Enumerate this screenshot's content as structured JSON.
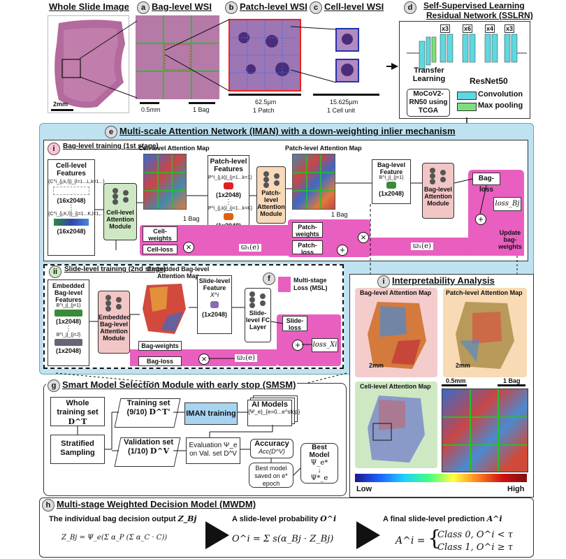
{
  "top": {
    "wsi_title": "Whole Slide Image",
    "wsi_scale": "2mm",
    "a_letter": "a",
    "a_title": "Bag-level WSI",
    "a_scale": "0.5mm",
    "a_bag": "1 Bag",
    "b_letter": "b",
    "b_title": "Patch-level WSI",
    "b_scale": "62.5µm",
    "b_unit": "1 Patch",
    "c_letter": "c",
    "c_title": "Cell-level WSI",
    "c_scale": "15.625µm",
    "c_unit": "1 Cell unit",
    "d_letter": "d",
    "d_title_line1": "Self-Supervised Learning",
    "d_title_line2": "Residual Network (SSLRN)",
    "d_x3a": "x3",
    "d_x6": "x6",
    "d_x4": "x4",
    "d_x3b": "x3",
    "d_transfer": "Transfer Learning",
    "d_resnet": "ResNet50",
    "d_moco": "MoCoV2-RN50 using TCGA",
    "d_conv": "Convolution",
    "d_pool": "Max pooling",
    "conv_color": "#5fd8e0",
    "pool_color": "#7be07b"
  },
  "iman": {
    "letter": "e",
    "title": "Multi-scale Attention Network (IMAN) with a down-weighting inlier mechanism",
    "stage1_letter": "i",
    "stage1_title": "Bag-level training (1st stage)",
    "cell_features": "Cell-level Features",
    "cell_feat_top_formula": "{C^i_{j,k,l}}_{l=1...L,k=1...}",
    "cell_feat_bot_formula": "{C^i_{j,K,l}}_{j=1...K,l=1,...,L}",
    "dim16a": "(16x2048)",
    "dim16b": "(16x2048)",
    "cell_att_module": "Cell-level Attention Module",
    "cell_att_map": "Cell-level Attention Map",
    "bag1": "1 Bag",
    "patch_features": "Patch-level Features",
    "patch_formula_top": "P^i_{j,k}|_{j=1...k=1}",
    "patch_formula_bot": "P^i_{j,k}|_{j=1...k=K}",
    "dim1a": "(1x2048)",
    "dim1b": "(1x2048)",
    "patch_att_module": "Patch-level Attention Module",
    "patch_att_map": "Patch-level Attention Map",
    "bag2": "1 Bag",
    "bag_feature": "Bag-level Feature",
    "bag_formula": "B^i_j|_{j=1}",
    "dim1c": "(1x2048)",
    "bag_att_module": "Bag-level Attention Module",
    "bag_loss": "Bag-loss",
    "loss_bj": "loss_Bj",
    "update": "Update bag-weights",
    "cell_weights": "Cell-weights",
    "cell_loss": "Cell-loss",
    "patch_weights": "Patch-weights",
    "patch_loss": "Patch-loss",
    "w1a": "ϖ₁(e)",
    "w1b": "ϖ₁(e)",
    "stage2_letter": "ii",
    "stage2_title": "Slide-level training (2nd stage)",
    "emb_features": "Embedded Bag-level Features",
    "emb_formula_top": "B^i_j|_{j=1}",
    "emb_formula_bot": "B^i_j|_{j=J}",
    "emb_att_map": "Embedded Bag-level Attention Map",
    "emb_att_module": "Embedded Bag-level Attention Module",
    "slide_feature": "Slide-level Feature",
    "slide_formula": "X^i",
    "dim1d": "(1x2048)",
    "dim1e": "(1x2048)",
    "dim1f": "(1x2048)",
    "slide_fc": "Slide-level FC Layer",
    "f_letter": "f",
    "msl": "Multi-stage Loss (MSL)",
    "slide_loss": "Slide-loss",
    "loss_x": "loss_Xi",
    "bag_weights": "Bag-weights",
    "bag_loss2": "Bag-loss",
    "w2": "ϖ₂(e)"
  },
  "interp": {
    "letter": "i",
    "title": "Interpretability Analysis",
    "bag_map": "Bag-level Attention Map",
    "patch_map": "Patch-level Attention Map",
    "cell_map": "Cell-level Attention Map",
    "scale1": "2mm",
    "scale2": "2mm",
    "scale3": "0.5mm",
    "scale4": "1 Bag",
    "low": "Low",
    "high": "High"
  },
  "smsm": {
    "letter": "g",
    "title": "Smart Model Selection Module with early stop (SMSM)",
    "whole": "Whole training set",
    "whole_sym": "D^T",
    "strat": "Stratified Sampling",
    "train_set": "Training set",
    "train_frac": "(9/10)",
    "train_sym": "D^T'",
    "val_set": "Validation set",
    "val_frac": "(1/10)",
    "val_sym": "D^V",
    "iman_train": "IMAN training",
    "ai_models": "AI Models",
    "ai_formula": "{Ψ_e}_{e=0...e^stop}",
    "eval": "Evaluation Ψ_e on Val. set D^V",
    "accuracy": "Accuracy",
    "acc_formula": "Acc(D^V)",
    "best_saved": "Best model saved on e* epoch",
    "best_model": "Best Model",
    "best_psi1": "Ψ_e*",
    "best_psi2": "Ψ*_e"
  },
  "mwdm": {
    "letter": "h",
    "title": "Multi-stage Weighted Decision Model (MWDM)",
    "col1_title": "The individual bag decision output",
    "col1_sym": "Z_Bj",
    "col1_formula": "Z_Bj = Ψ_e(Σ α_P (Σ α_C · C))",
    "col2_title": "A slide-level probability",
    "col2_sym": "O^i",
    "col2_formula": "O^i = Σ s(α_Bj · Z_Bj)",
    "col3_title": "A final slide-level prediction",
    "col3_sym": "A^i",
    "class0": "Class 0, O^i < τ",
    "class1": "Class 1, O^i ≥ τ",
    "a_eq": "A^i ="
  }
}
